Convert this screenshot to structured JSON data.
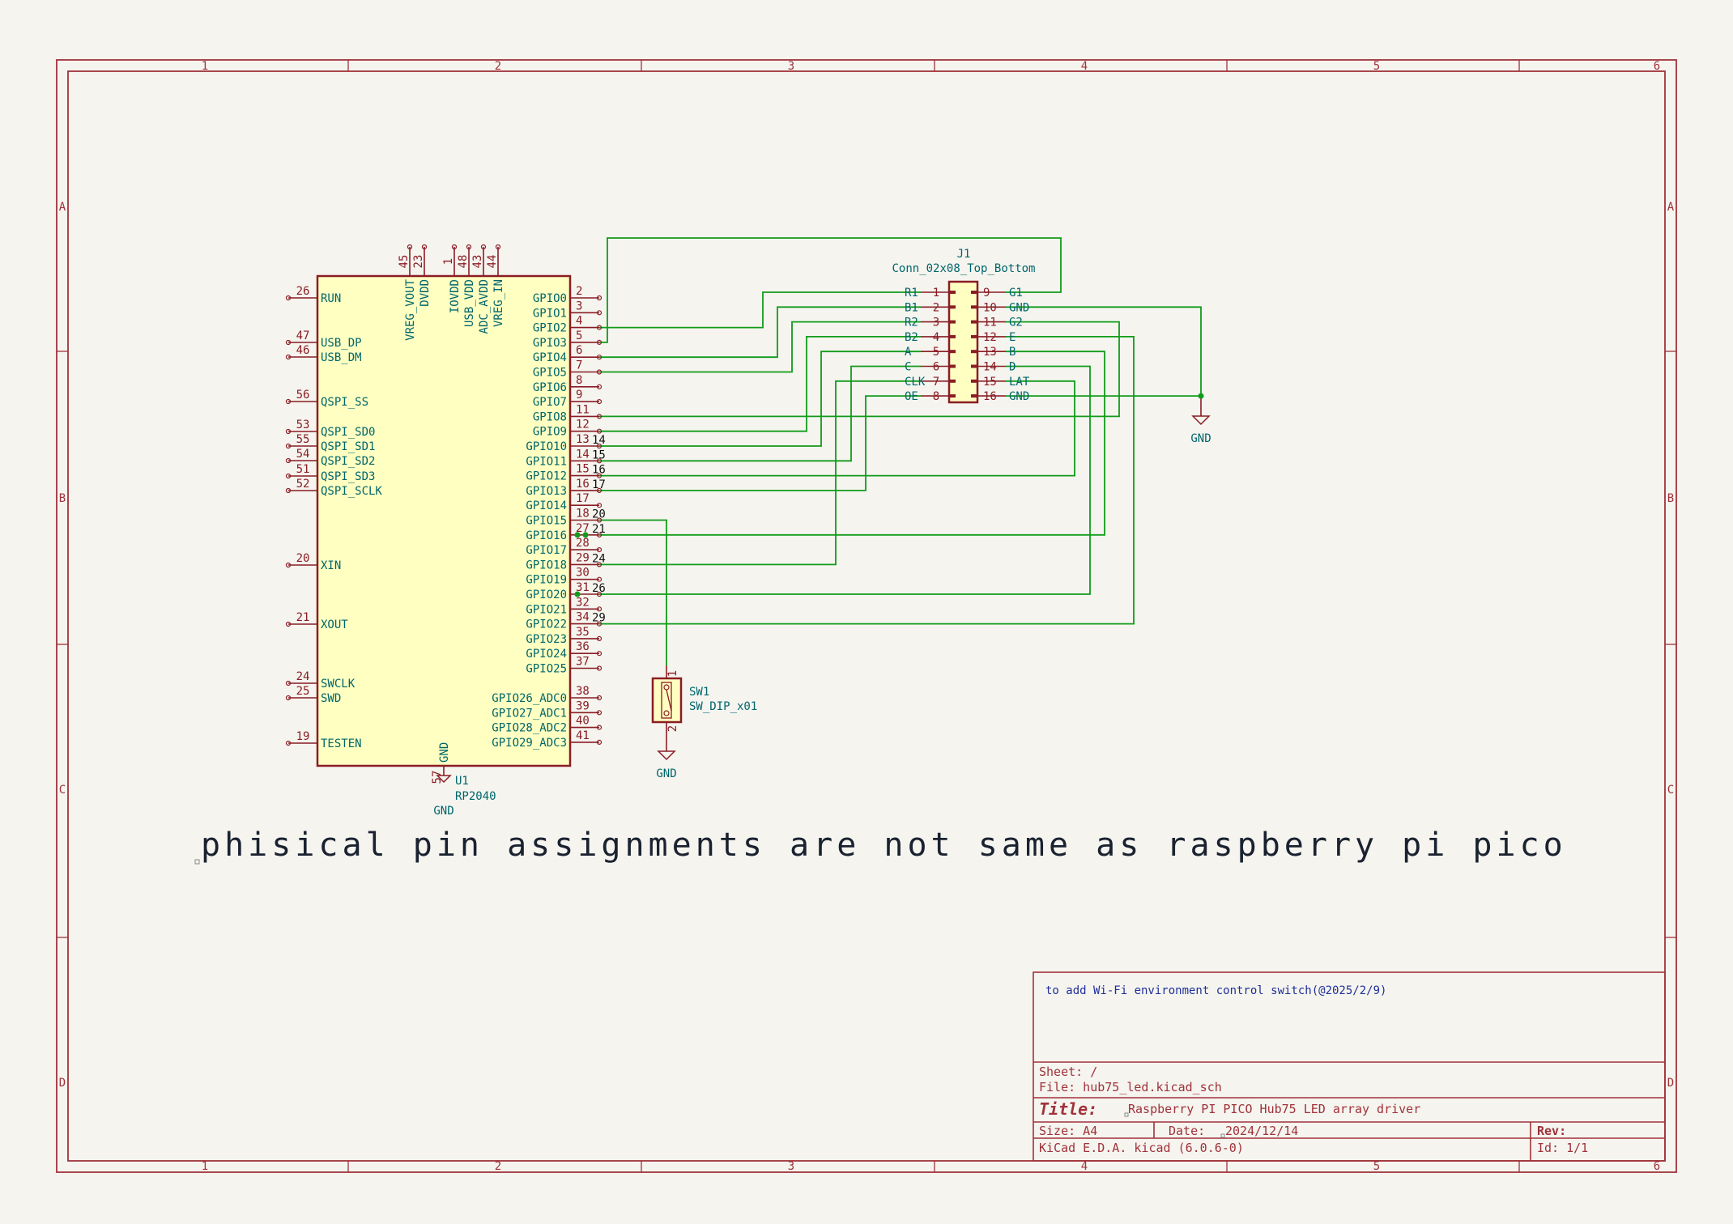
{
  "frame": {
    "columns": [
      "1",
      "2",
      "3",
      "4",
      "5",
      "6"
    ],
    "rows": [
      "A",
      "B",
      "C",
      "D"
    ]
  },
  "u1": {
    "ref": "U1",
    "value": "RP2040",
    "left_pins": [
      {
        "num": "26",
        "name": "RUN"
      },
      {
        "num": "47",
        "name": "USB_DP"
      },
      {
        "num": "46",
        "name": "USB_DM"
      },
      {
        "num": "56",
        "name": "QSPI_SS"
      },
      {
        "num": "53",
        "name": "QSPI_SD0"
      },
      {
        "num": "55",
        "name": "QSPI_SD1"
      },
      {
        "num": "54",
        "name": "QSPI_SD2"
      },
      {
        "num": "51",
        "name": "QSPI_SD3"
      },
      {
        "num": "52",
        "name": "QSPI_SCLK"
      },
      {
        "num": "20",
        "name": "XIN"
      },
      {
        "num": "21",
        "name": "XOUT"
      },
      {
        "num": "24",
        "name": "SWCLK"
      },
      {
        "num": "25",
        "name": "SWD"
      },
      {
        "num": "19",
        "name": "TESTEN"
      }
    ],
    "right_pins": [
      {
        "num": "2",
        "name": "GPIO0"
      },
      {
        "num": "3",
        "name": "GPIO1"
      },
      {
        "num": "4",
        "name": "GPIO2"
      },
      {
        "num": "5",
        "name": "GPIO3"
      },
      {
        "num": "6",
        "name": "GPIO4"
      },
      {
        "num": "7",
        "name": "GPIO5"
      },
      {
        "num": "8",
        "name": "GPIO6"
      },
      {
        "num": "9",
        "name": "GPIO7"
      },
      {
        "num": "11",
        "name": "GPIO8"
      },
      {
        "num": "12",
        "name": "GPIO9"
      },
      {
        "num": "13",
        "name": "GPIO10"
      },
      {
        "num": "14",
        "name": "GPIO11"
      },
      {
        "num": "15",
        "name": "GPIO12"
      },
      {
        "num": "16",
        "name": "GPIO13"
      },
      {
        "num": "17",
        "name": "GPIO14"
      },
      {
        "num": "18",
        "name": "GPIO15"
      },
      {
        "num": "27",
        "name": "GPIO16"
      },
      {
        "num": "28",
        "name": "GPIO17"
      },
      {
        "num": "29",
        "name": "GPIO18"
      },
      {
        "num": "30",
        "name": "GPIO19"
      },
      {
        "num": "31",
        "name": "GPIO20"
      },
      {
        "num": "32",
        "name": "GPIO21"
      },
      {
        "num": "34",
        "name": "GPIO22"
      },
      {
        "num": "35",
        "name": "GPIO23"
      },
      {
        "num": "36",
        "name": "GPIO24"
      },
      {
        "num": "37",
        "name": "GPIO25"
      },
      {
        "num": "38",
        "name": "GPIO26_ADC0"
      },
      {
        "num": "39",
        "name": "GPIO27_ADC1"
      },
      {
        "num": "40",
        "name": "GPIO28_ADC2"
      },
      {
        "num": "41",
        "name": "GPIO29_ADC3"
      }
    ],
    "top_pins": [
      {
        "num": "45",
        "name": "VREG_VOUT"
      },
      {
        "num": "23",
        "name": "DVDD"
      },
      {
        "num": "1",
        "name": "IOVDD"
      },
      {
        "num": "48",
        "name": "USB_VDD"
      },
      {
        "num": "43",
        "name": "ADC_AVDD"
      },
      {
        "num": "44",
        "name": "VREG_IN"
      }
    ],
    "bottom_pin": {
      "num": "57",
      "name": "GND"
    },
    "gnd_label": "GND"
  },
  "j1": {
    "ref": "J1",
    "value": "Conn_02x08_Top_Bottom",
    "left_pins": [
      {
        "num": "1",
        "name": "R1"
      },
      {
        "num": "2",
        "name": "B1"
      },
      {
        "num": "3",
        "name": "R2"
      },
      {
        "num": "4",
        "name": "B2"
      },
      {
        "num": "5",
        "name": "A"
      },
      {
        "num": "6",
        "name": "C"
      },
      {
        "num": "7",
        "name": "CLK"
      },
      {
        "num": "8",
        "name": "OE"
      }
    ],
    "right_pins": [
      {
        "num": "9",
        "name": "G1"
      },
      {
        "num": "10",
        "name": "GND"
      },
      {
        "num": "11",
        "name": "G2"
      },
      {
        "num": "12",
        "name": "E"
      },
      {
        "num": "13",
        "name": "B"
      },
      {
        "num": "14",
        "name": "D"
      },
      {
        "num": "15",
        "name": "LAT"
      },
      {
        "num": "16",
        "name": "GND"
      }
    ],
    "gnd_label": "GND"
  },
  "sw1": {
    "ref": "SW1",
    "value": "SW_DIP_x01",
    "pin_top": "1",
    "pin_bottom": "2",
    "gnd_label": "GND"
  },
  "net_labels": [
    {
      "text": "14",
      "pin": 10
    },
    {
      "text": "15",
      "pin": 11
    },
    {
      "text": "16",
      "pin": 12
    },
    {
      "text": "17",
      "pin": 13
    },
    {
      "text": "20",
      "pin": 15
    },
    {
      "text": "21",
      "pin": 16
    },
    {
      "text": "24",
      "pin": 18
    },
    {
      "text": "26",
      "pin": 20
    },
    {
      "text": "29",
      "pin": 22
    }
  ],
  "note": "phisical pin assignments are not same as raspberry pi pico",
  "title_block": {
    "comment": "to add Wi-Fi environment control switch(@2025/2/9)",
    "sheet": "Sheet: /",
    "file": "File: hub75_led.kicad_sch",
    "title_label": "Title:",
    "title": "Raspberry PI PICO Hub75 LED array driver",
    "size": "Size: A4",
    "date_label": "Date:",
    "date": "2024/12/14",
    "rev_label": "Rev:",
    "tool": "KiCad E.D.A.  kicad (6.0.6-0)",
    "id": "Id: 1/1"
  }
}
